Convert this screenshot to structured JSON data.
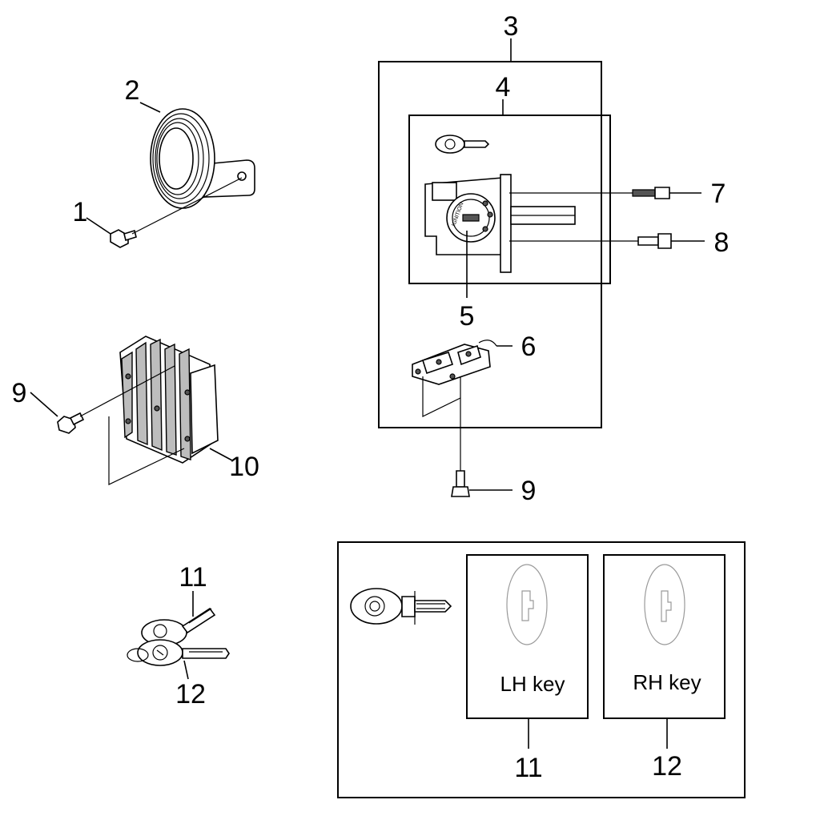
{
  "diagram": {
    "callouts": {
      "horn_bolt": "1",
      "horn": "2",
      "lock_set": "3",
      "ignition_switch_assy": "4",
      "ignition_switch": "5",
      "switch_bracket": "6",
      "screw": "7",
      "bolt": "8",
      "bracket_bolt": "9",
      "rectifier_bolt": "9",
      "rectifier": "10",
      "key_lh": "11",
      "key_rh": "12",
      "panel_lh_key": "11",
      "panel_rh_key": "12"
    },
    "key_panels": {
      "left_label": "LH  key",
      "right_label": "RH  key"
    },
    "switch_face_text": "IGNITION"
  }
}
